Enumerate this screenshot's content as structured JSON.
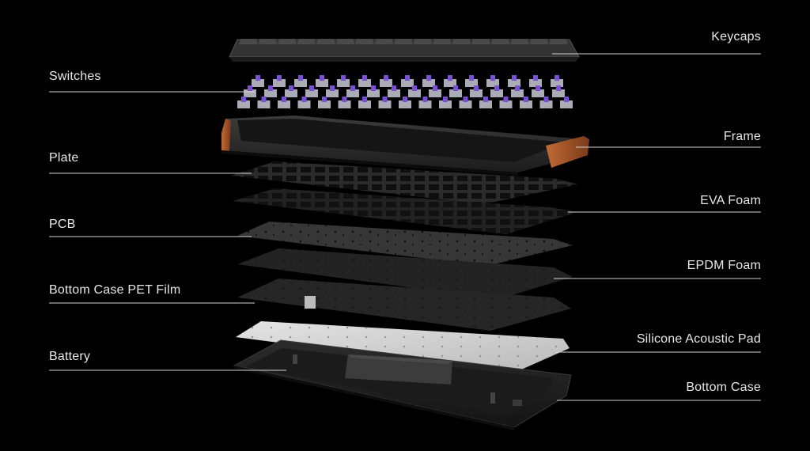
{
  "diagram": {
    "labels": {
      "keycaps": "Keycaps",
      "switches": "Switches",
      "frame": "Frame",
      "plate": "Plate",
      "eva_foam": "EVA Foam",
      "pcb": "PCB",
      "epdm_foam": "EPDM Foam",
      "bottom_case_pet_film": "Bottom Case PET Film",
      "silicone_acoustic_pad": "Silicone Acoustic Pad",
      "battery": "Battery",
      "bottom_case": "Bottom Case"
    },
    "colors": {
      "background": "#000000",
      "label_text": "#e8e8e8",
      "leader_line": "#d0d0d0",
      "keycap": "#3a3a3a",
      "switch_stem": "#7b4fd6",
      "switch_housing": "#c9c9d6",
      "frame_body": "#2e2e2e",
      "frame_wood": "#a5532a",
      "plate": "#2a2a2a",
      "foam": "#1f1f1f",
      "pcb": "#333333",
      "silicone_pad": "#d3d3d3",
      "bottom_case": "#262626"
    }
  }
}
